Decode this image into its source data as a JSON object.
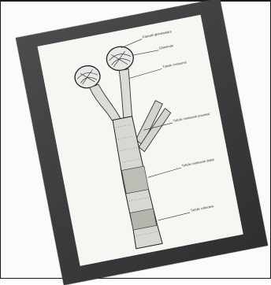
{
  "image": {
    "subject": "anatomical-diagram-photo",
    "background_color": "#ffffff",
    "photo_surface_color": "#3b3b3d",
    "paper_color": "#f6f6f3"
  },
  "diagram": {
    "labels": [
      {
        "id": "label-top",
        "text": "Capsule glomérulaire"
      },
      {
        "id": "label-glomerule",
        "text": "Glomérule"
      },
      {
        "id": "label-tubule",
        "text": "Tubule contourné"
      },
      {
        "id": "label-mid",
        "text": "Tubule contourné proximal"
      },
      {
        "id": "label-lower",
        "text": "Tubule contourné distal"
      },
      {
        "id": "label-bottom",
        "text": "Tubule collecteur"
      }
    ]
  }
}
